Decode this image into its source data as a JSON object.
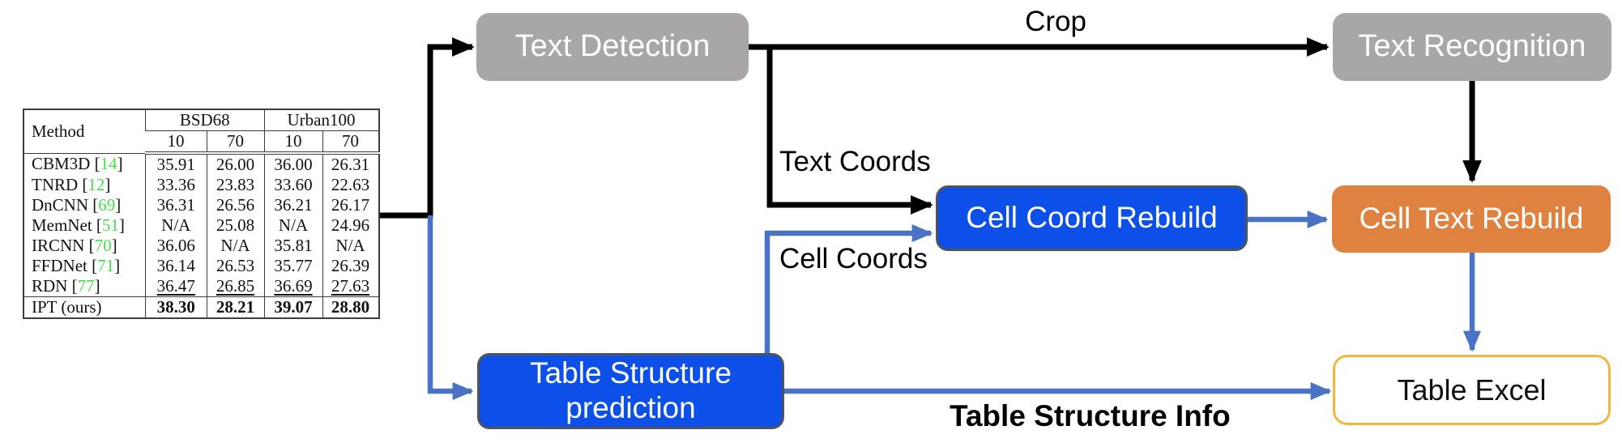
{
  "diagram": {
    "nodes": {
      "text_detection": {
        "label": "Text Detection"
      },
      "text_recognition": {
        "label": "Text Recognition"
      },
      "cell_coord_rebuild": {
        "label": "Cell Coord Rebuild"
      },
      "cell_text_rebuild": {
        "label": "Cell Text Rebuild"
      },
      "table_structure_prediction": {
        "label": "Table Structure prediction"
      },
      "table_excel": {
        "label": "Table Excel"
      }
    },
    "edge_labels": {
      "crop": "Crop",
      "text_coords": "Text Coords",
      "cell_coords": "Cell Coords",
      "table_structure_info": "Table Structure Info"
    },
    "colors": {
      "gray_box": "#a9a6a3",
      "blue_box": "#0c50e9",
      "blue_box_border": "#4e545e",
      "orange_box": "#e0823f",
      "excel_border": "#f3b53d",
      "blue_arrow": "#4a73c5",
      "black_arrow": "#000000",
      "cite_green": "#45e148",
      "table_border": "#3c3c3c"
    }
  },
  "table": {
    "method_header": "Method",
    "col_groups": [
      {
        "label": "BSD68"
      },
      {
        "label": "Urban100"
      }
    ],
    "sub_headers": [
      "10",
      "70",
      "10",
      "70"
    ],
    "rows": [
      {
        "method": "CBM3D",
        "cite": "14",
        "values": [
          "35.91",
          "26.00",
          "36.00",
          "26.31"
        ],
        "style": "normal"
      },
      {
        "method": "TNRD",
        "cite": "12",
        "values": [
          "33.36",
          "23.83",
          "33.60",
          "22.63"
        ],
        "style": "normal"
      },
      {
        "method": "DnCNN",
        "cite": "69",
        "values": [
          "36.31",
          "26.56",
          "36.21",
          "26.17"
        ],
        "style": "normal"
      },
      {
        "method": "MemNet",
        "cite": "51",
        "values": [
          "N/A",
          "25.08",
          "N/A",
          "24.96"
        ],
        "style": "normal"
      },
      {
        "method": "IRCNN",
        "cite": "70",
        "values": [
          "36.06",
          "N/A",
          "35.81",
          "N/A"
        ],
        "style": "normal"
      },
      {
        "method": "FFDNet",
        "cite": "71",
        "values": [
          "36.14",
          "26.53",
          "35.77",
          "26.39"
        ],
        "style": "normal"
      },
      {
        "method": "RDN",
        "cite": "77",
        "values": [
          "36.47",
          "26.85",
          "36.69",
          "27.63"
        ],
        "style": "underline"
      },
      {
        "method": "IPT (ours)",
        "cite": null,
        "values": [
          "38.30",
          "28.21",
          "39.07",
          "28.80"
        ],
        "style": "bold",
        "separator_above": true
      }
    ]
  }
}
